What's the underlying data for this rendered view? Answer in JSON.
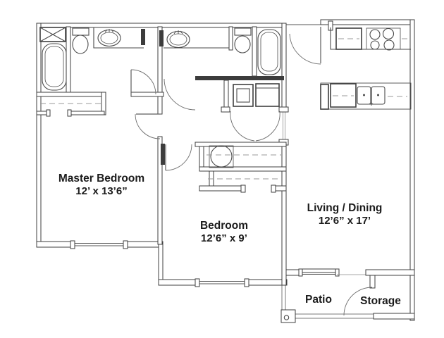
{
  "floor_plan": {
    "rooms": {
      "master_bedroom": {
        "name": "Master Bedroom",
        "dimensions": "12’ x 13’6”"
      },
      "bedroom": {
        "name": "Bedroom",
        "dimensions": "12’6” x 9’"
      },
      "living_dining": {
        "name": "Living / Dining",
        "dimensions": "12’6” x 17’"
      },
      "patio": {
        "name": "Patio"
      },
      "storage": {
        "name": "Storage"
      }
    },
    "fixtures": [
      "master-bathtub",
      "master-toilet",
      "master-vanity-sink",
      "washer-dryer-x-closet",
      "bath2-bathtub",
      "bath2-toilet",
      "bath2-vanity-sink",
      "laundry-washer",
      "laundry-dryer",
      "water-heater",
      "refrigerator",
      "range-burners",
      "dishwasher",
      "kitchen-double-sink",
      "entry-door",
      "patio-post",
      "storage-door"
    ],
    "colors": {
      "background": "#ffffff",
      "wall_line": "#3f3f3f",
      "fixture_line": "#4a4a4a",
      "text": "#1b1b1b"
    }
  }
}
